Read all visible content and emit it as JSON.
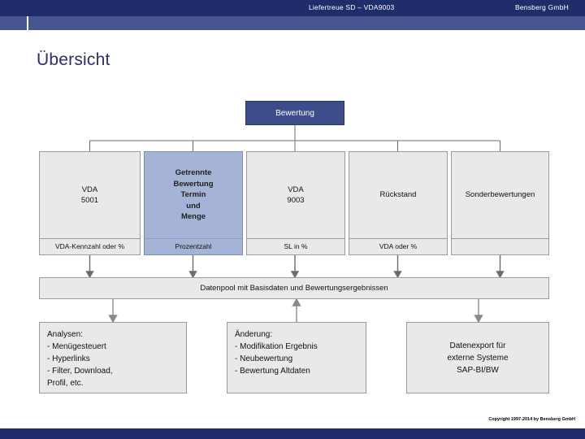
{
  "header": {
    "center_title": "Liefertreue SD – VDA9003",
    "right_title": "Bensberg GmbH"
  },
  "page_title": "Übersicht",
  "diagram": {
    "root": {
      "label": "Bewertung"
    },
    "columns": [
      {
        "title": "VDA\n5001",
        "subtitle": "VDA-Kennzahl oder %",
        "highlight": false
      },
      {
        "title": "Getrennte\nBewertung\nTermin\nund\nMenge",
        "subtitle": "Prozentzahl",
        "highlight": true
      },
      {
        "title": "VDA\n9003",
        "subtitle": "SL in %",
        "highlight": false
      },
      {
        "title": "Rückstand",
        "subtitle": "VDA oder %",
        "highlight": false
      },
      {
        "title": "Sonderbewertungen",
        "subtitle": "",
        "highlight": false
      }
    ],
    "pool": {
      "label": "Datenpool mit Basisdaten und Bewertungsergebnissen"
    },
    "bottom": [
      {
        "label": "Analysen:\n- Menügesteuert\n- Hyperlinks\n- Filter, Download,\n  Profil, etc.",
        "align": "left"
      },
      {
        "label": "Änderung:\n- Modifikation Ergebnis\n- Neubewertung\n- Bewertung Altdaten",
        "align": "left"
      },
      {
        "label": "Datenexport für\nexterne Systeme\nSAP-BI/BW",
        "align": "center"
      }
    ]
  },
  "footer": {
    "copyright": "Copyright 1997-2014 by Bensberg GmbH"
  },
  "colors": {
    "navy": "#1f2e6b",
    "band": "#46558f",
    "root_box": "#3d4d89",
    "highlight_box": "#a5b4d6",
    "box_fill": "#e9e9e9",
    "box_border": "#9a9a9a",
    "title_text": "#27306b"
  }
}
